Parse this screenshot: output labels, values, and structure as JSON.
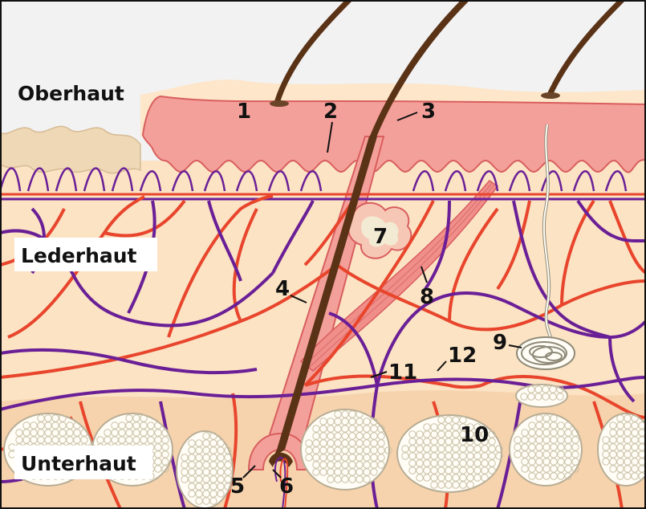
{
  "layers": {
    "epidermis": "Oberhaut",
    "dermis": "Lederhaut",
    "subcutis": "Unterhaut"
  },
  "labels": [
    "1",
    "2",
    "3",
    "4",
    "5",
    "6",
    "7",
    "8",
    "9",
    "10",
    "11",
    "12"
  ],
  "colors": {
    "background_top": "#f2f2f3",
    "skin": "#fbe3c4",
    "epidermis_pink": "#f4a09a",
    "epidermis_edge": "#d85e5e",
    "artery": "#e8452c",
    "vein": "#6a1f96",
    "hair": "#5a3216",
    "fat_cell": "#fffdf5",
    "fat_outline": "#8f8a78",
    "muscle": "#f08e8a"
  }
}
